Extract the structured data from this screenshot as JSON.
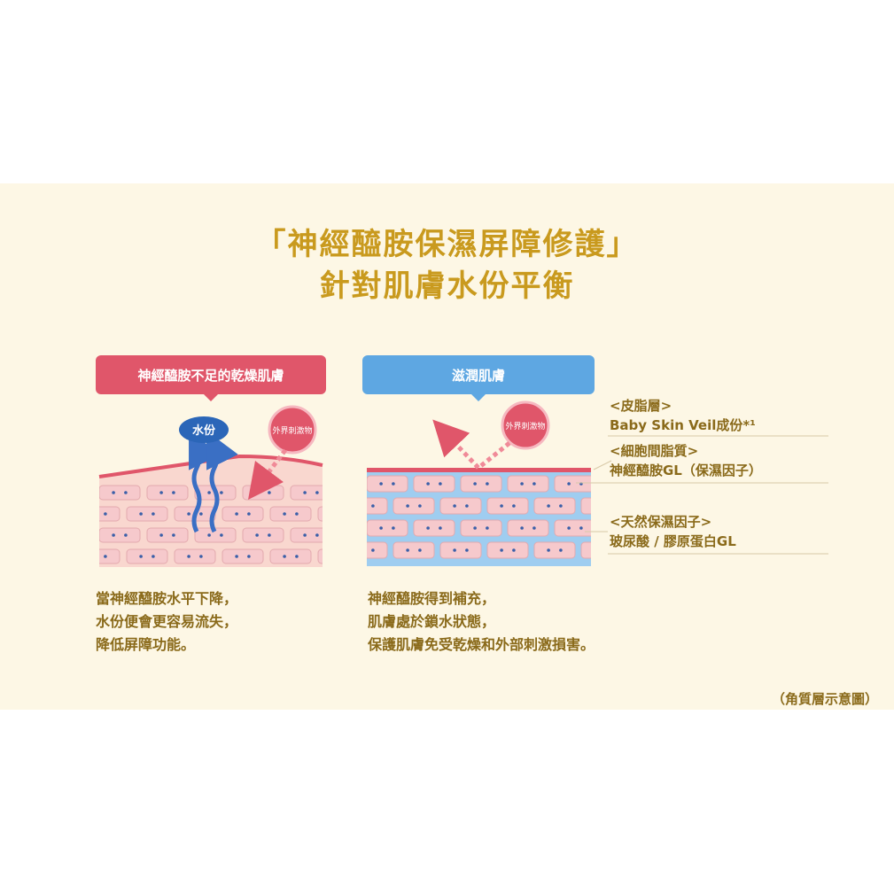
{
  "header": {
    "title_line1": "「神經醯胺保濕屏障修護」",
    "title_line2": "針對肌膚水份平衡"
  },
  "left_panel": {
    "bubble_label": "神經醯胺不足的乾燥肌膚",
    "water_badge": "水份",
    "irritant_badge": "外界刺激物",
    "description": [
      "當神經醯胺水平下降，",
      "水份便會更容易流失，",
      "降低屏障功能。"
    ]
  },
  "right_panel": {
    "bubble_label": "滋潤肌膚",
    "irritant_badge": "外界刺激物",
    "description": [
      "神經醯胺得到補充，",
      "肌膚處於鎖水狀態，",
      "保護肌膚免受乾燥和外部刺激損害。"
    ]
  },
  "legend": [
    {
      "heading": "<皮脂層>",
      "detail": "Baby Skin Veil成份*¹"
    },
    {
      "heading": "<細胞間脂質>",
      "detail": "神經醯胺GL（保濕因子）"
    },
    {
      "heading": "<天然保濕因子>",
      "detail": "玻尿酸 / 膠原蛋白GL"
    }
  ],
  "caption": "（角質層示意圖）",
  "colors": {
    "gold": "#c99a1e",
    "red": "#e0566a",
    "blue": "#5ea7e2",
    "cell_pink": "#f6c9cc",
    "lipid_blue": "#9fcdf0"
  }
}
